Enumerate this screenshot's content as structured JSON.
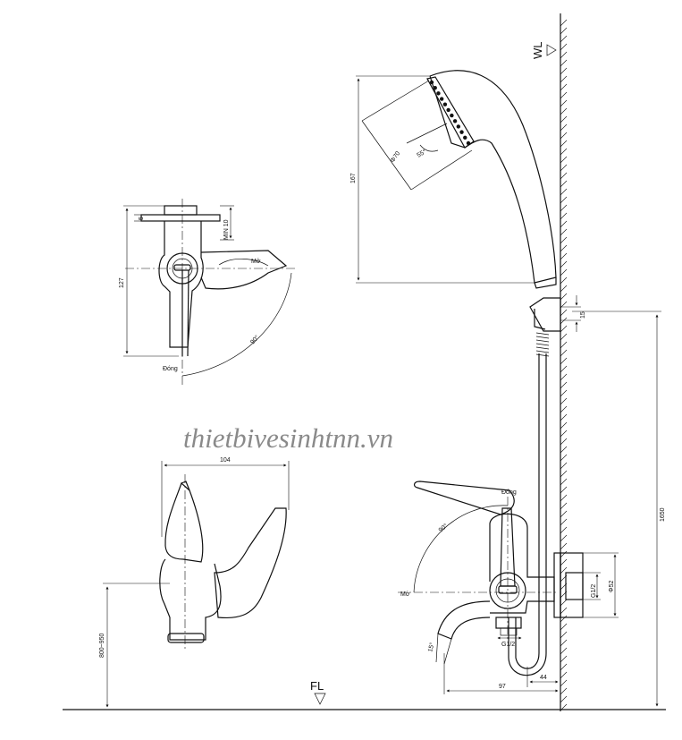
{
  "watermark": "thietbivesinhtnn.vn",
  "levels": {
    "wall_level": "WL",
    "floor_level": "FL"
  },
  "top_view": {
    "dim_height": "127",
    "dim_thickness": "5",
    "dim_min": "MIN 10",
    "angle": "90°",
    "label_open": "Mở",
    "label_close": "Đóng"
  },
  "shower_head": {
    "dim_height": "167",
    "dim_diameter": "Φ70",
    "angle": "55°"
  },
  "holder": {
    "dim": "15"
  },
  "riser": {
    "dim_height": "1650"
  },
  "side_view": {
    "dim_width": "104",
    "dim_height_range": "800~950"
  },
  "front_view": {
    "label_close": "Đóng",
    "label_open": "Mở",
    "angle": "90°",
    "thread_top": "G1/2",
    "thread_bottom": "G1/2",
    "dim_flange": "Φ52",
    "dim_spout_angle": "15°",
    "dim_97": "97",
    "dim_44": "44"
  }
}
